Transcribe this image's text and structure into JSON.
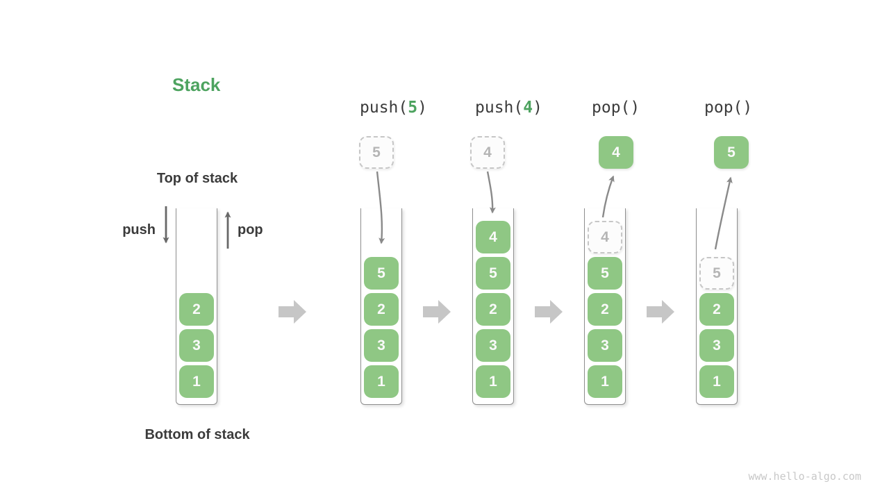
{
  "title": "Stack",
  "labels": {
    "top_of_stack": "Top of stack",
    "bottom_of_stack": "Bottom of stack",
    "push": "push",
    "pop": "pop"
  },
  "watermark": "www.hello-algo.com",
  "colors": {
    "accent_green": "#4DA35F",
    "cell_green": "#8FC784",
    "cell_text": "#FAFAFA",
    "text_dark": "#3B3B3B",
    "container_border": "#8E8E8E",
    "straight_arrow": "#686868",
    "curved_arrow": "#8A8A8A",
    "block_arrow": "#C6C6C6",
    "ghost_border": "#C6C6C6",
    "ghost_bg": "#FCFCFC",
    "ghost_text": "#B5B5B5",
    "watermark": "#C8C8C8"
  },
  "operations": [
    {
      "func": "push(",
      "arg": "5",
      "close": ")"
    },
    {
      "func": "push(",
      "arg": "4",
      "close": ")"
    },
    {
      "func": "pop(",
      "arg": "",
      "close": ")"
    },
    {
      "func": "pop(",
      "arg": "",
      "close": ")"
    }
  ],
  "stacks": [
    {
      "cells": [
        "2",
        "3",
        "1"
      ]
    },
    {
      "incoming": "5",
      "cells": [
        "5",
        "2",
        "3",
        "1"
      ]
    },
    {
      "incoming": "4",
      "cells": [
        "4",
        "5",
        "2",
        "3",
        "1"
      ]
    },
    {
      "outgoing": "4",
      "ghost_top": "4",
      "cells": [
        "5",
        "2",
        "3",
        "1"
      ]
    },
    {
      "outgoing": "5",
      "ghost_top": "5",
      "cells": [
        "2",
        "3",
        "1"
      ]
    }
  ]
}
